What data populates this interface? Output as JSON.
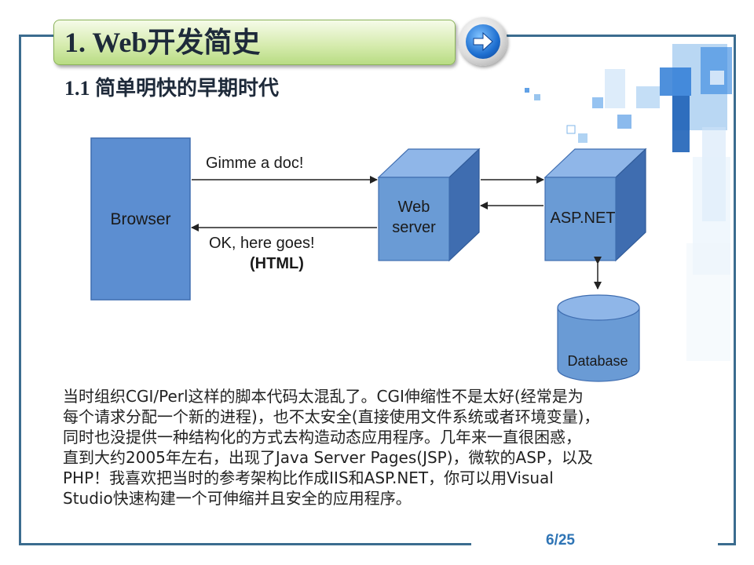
{
  "title": "1.  Web开发简史",
  "subtitle": "1.1 简单明快的早期时代",
  "diagram": {
    "browser_label": "Browser",
    "web_server_line1": "Web",
    "web_server_line2": "server",
    "aspnet_label": "ASP.NET",
    "database_label": "Database",
    "request_label": "Gimme a doc!",
    "response_label": "OK, here goes!",
    "response_sublabel": "(HTML)",
    "colors": {
      "front": "#6a9bd5",
      "side": "#3f6db0",
      "top": "#8fb6e8",
      "browser": "#5c8ed1"
    }
  },
  "body_lines": [
    "当时组织CGI/Perl这样的脚本代码太混乱了。CGI伸缩性不是太好(经常是为",
    "每个请求分配一个新的进程)，也不太安全(直接使用文件系统或者环境变量)，",
    "同时也没提供一种结构化的方式去构造动态应用程序。几年来一直很困惑，",
    "直到大约2005年左右，出现了Java Server Pages(JSP)，微软的ASP，以及",
    "PHP！我喜欢把当时的参考架构比作成IIS和ASP.NET，你可以用Visual",
    "Studio快速构建一个可伸缩并且安全的应用程序。"
  ],
  "page_indicator": "6/25",
  "icons": {
    "next": "arrow-right-icon"
  }
}
